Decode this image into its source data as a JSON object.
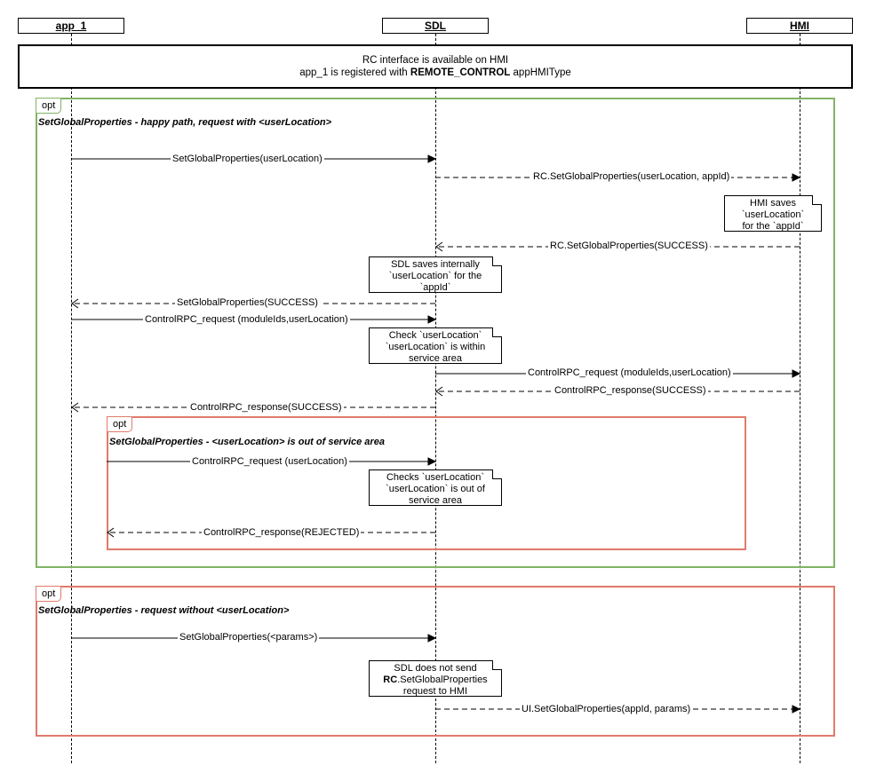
{
  "participants": {
    "app1": "app_1",
    "sdl": "SDL",
    "hmi": "HMI"
  },
  "banner": {
    "line1": "RC interface is available on HMI",
    "line2_pre": "app_1 is registered with ",
    "line2_bold": "REMOTE_CONTROL",
    "line2_post": " appHMIType"
  },
  "frames": {
    "opt1": {
      "tag": "opt",
      "title": "SetGlobalProperties - happy path, request with <userLocation>"
    },
    "opt1a": {
      "tag": "opt",
      "title": "SetGlobalProperties - <userLocation> is out of service area"
    },
    "opt2": {
      "tag": "opt",
      "title": "SetGlobalProperties - request without <userLocation>"
    }
  },
  "messages": {
    "m1": "SetGlobalProperties(userLocation)",
    "m2": "RC.SetGlobalProperties(userLocation, appId)",
    "m3": "RC.SetGlobalProperties(SUCCESS)",
    "m4": "SetGlobalProperties(SUCCESS)",
    "m5": "ControlRPC_request (moduleIds,userLocation)",
    "m6": "ControlRPC_request (moduleIds,userLocation)",
    "m7": "ControlRPC_response(SUCCESS)",
    "m8": "ControlRPC_response(SUCCESS)",
    "m9": "ControlRPC_request (userLocation)",
    "m10": "ControlRPC_response(REJECTED)",
    "m11": "SetGlobalProperties(<params>)",
    "m12": "UI.SetGlobalProperties(appId, params)"
  },
  "notes": {
    "n1": {
      "l1": "HMI saves",
      "l2": "`userLocation`",
      "l3": "for the `appId`"
    },
    "n2": {
      "l1": "SDL saves internally",
      "l2": "`userLocation` for the",
      "l3": "`appId`"
    },
    "n3": {
      "l1": "Check `userLocation`",
      "l2": "`userLocation` is within",
      "l3": "service area"
    },
    "n4": {
      "l1": "Checks `userLocation`",
      "l2": "`userLocation` is out of",
      "l3": "service area"
    },
    "n5": {
      "l1": "SDL does not send",
      "l2_bold": "RC",
      "l2_rest": ".SetGlobalProperties",
      "l3": "request to HMI"
    }
  }
}
